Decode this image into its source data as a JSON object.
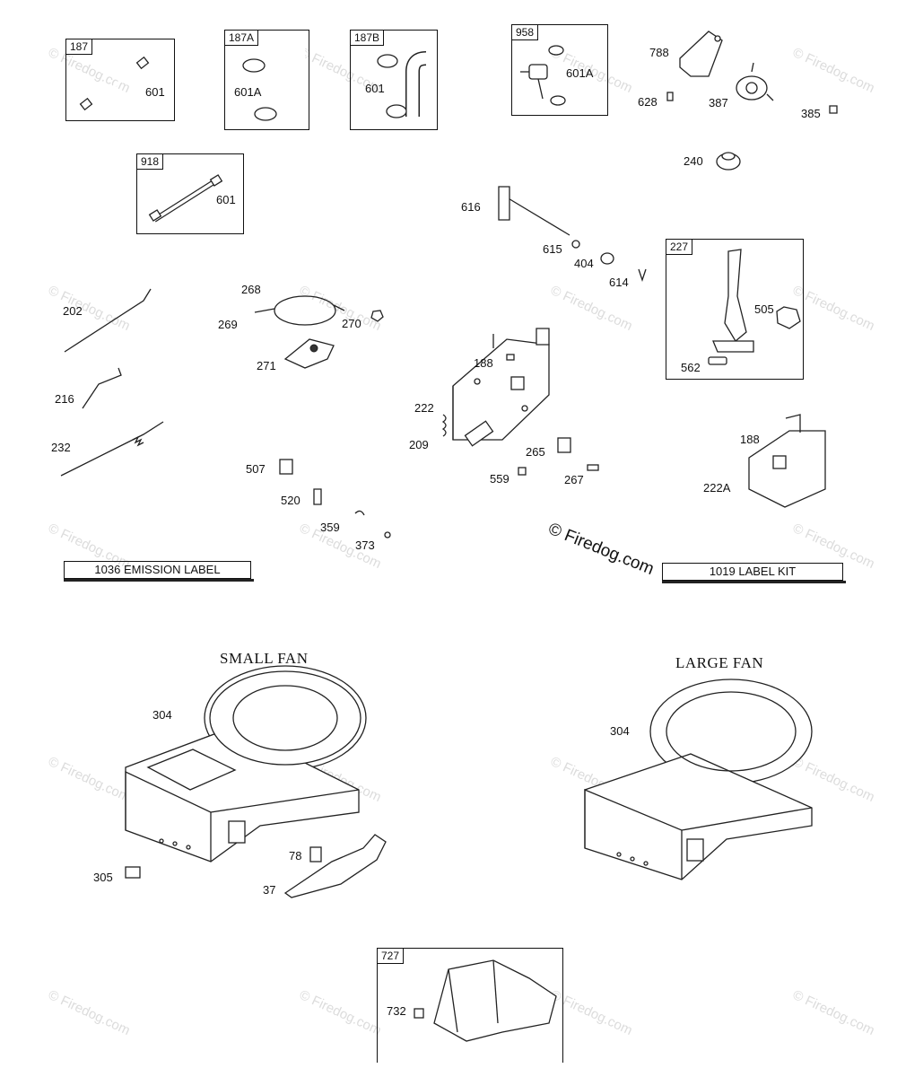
{
  "diagram": {
    "headings": {
      "small_fan": "SMALL FAN",
      "large_fan": "LARGE FAN"
    },
    "brand_watermark": "© Firedog.com",
    "watermark_text": "© Firedog.com",
    "banners": {
      "emission": "1036 EMISSION LABEL",
      "label_kit": "1019 LABEL KIT"
    },
    "boxes": {
      "b187": {
        "tag": "187",
        "parts": [
          "601"
        ]
      },
      "b187a": {
        "tag": "187A",
        "parts": [
          "601A"
        ]
      },
      "b187b": {
        "tag": "187B",
        "parts": [
          "601"
        ]
      },
      "b958": {
        "tag": "958",
        "parts": [
          "601A"
        ]
      },
      "b918": {
        "tag": "918",
        "parts": [
          "601"
        ]
      },
      "b227": {
        "tag": "227",
        "parts": [
          "505",
          "562"
        ]
      },
      "b727": {
        "tag": "727",
        "parts": [
          "732"
        ]
      }
    },
    "labels": {
      "p788": "788",
      "p628": "628",
      "p387": "387",
      "p385": "385",
      "p240": "240",
      "p616": "616",
      "p615": "615",
      "p404": "404",
      "p614": "614",
      "p202": "202",
      "p216": "216",
      "p232": "232",
      "p268": "268",
      "p269": "269",
      "p270": "270",
      "p271": "271",
      "p188a": "188",
      "p222": "222",
      "p209": "209",
      "p265": "265",
      "p559": "559",
      "p267": "267",
      "p507": "507",
      "p520": "520",
      "p359": "359",
      "p373": "373",
      "p188b": "188",
      "p222a": "222A",
      "p304a": "304",
      "p305": "305",
      "p78": "78",
      "p37": "37",
      "p304b": "304"
    }
  }
}
